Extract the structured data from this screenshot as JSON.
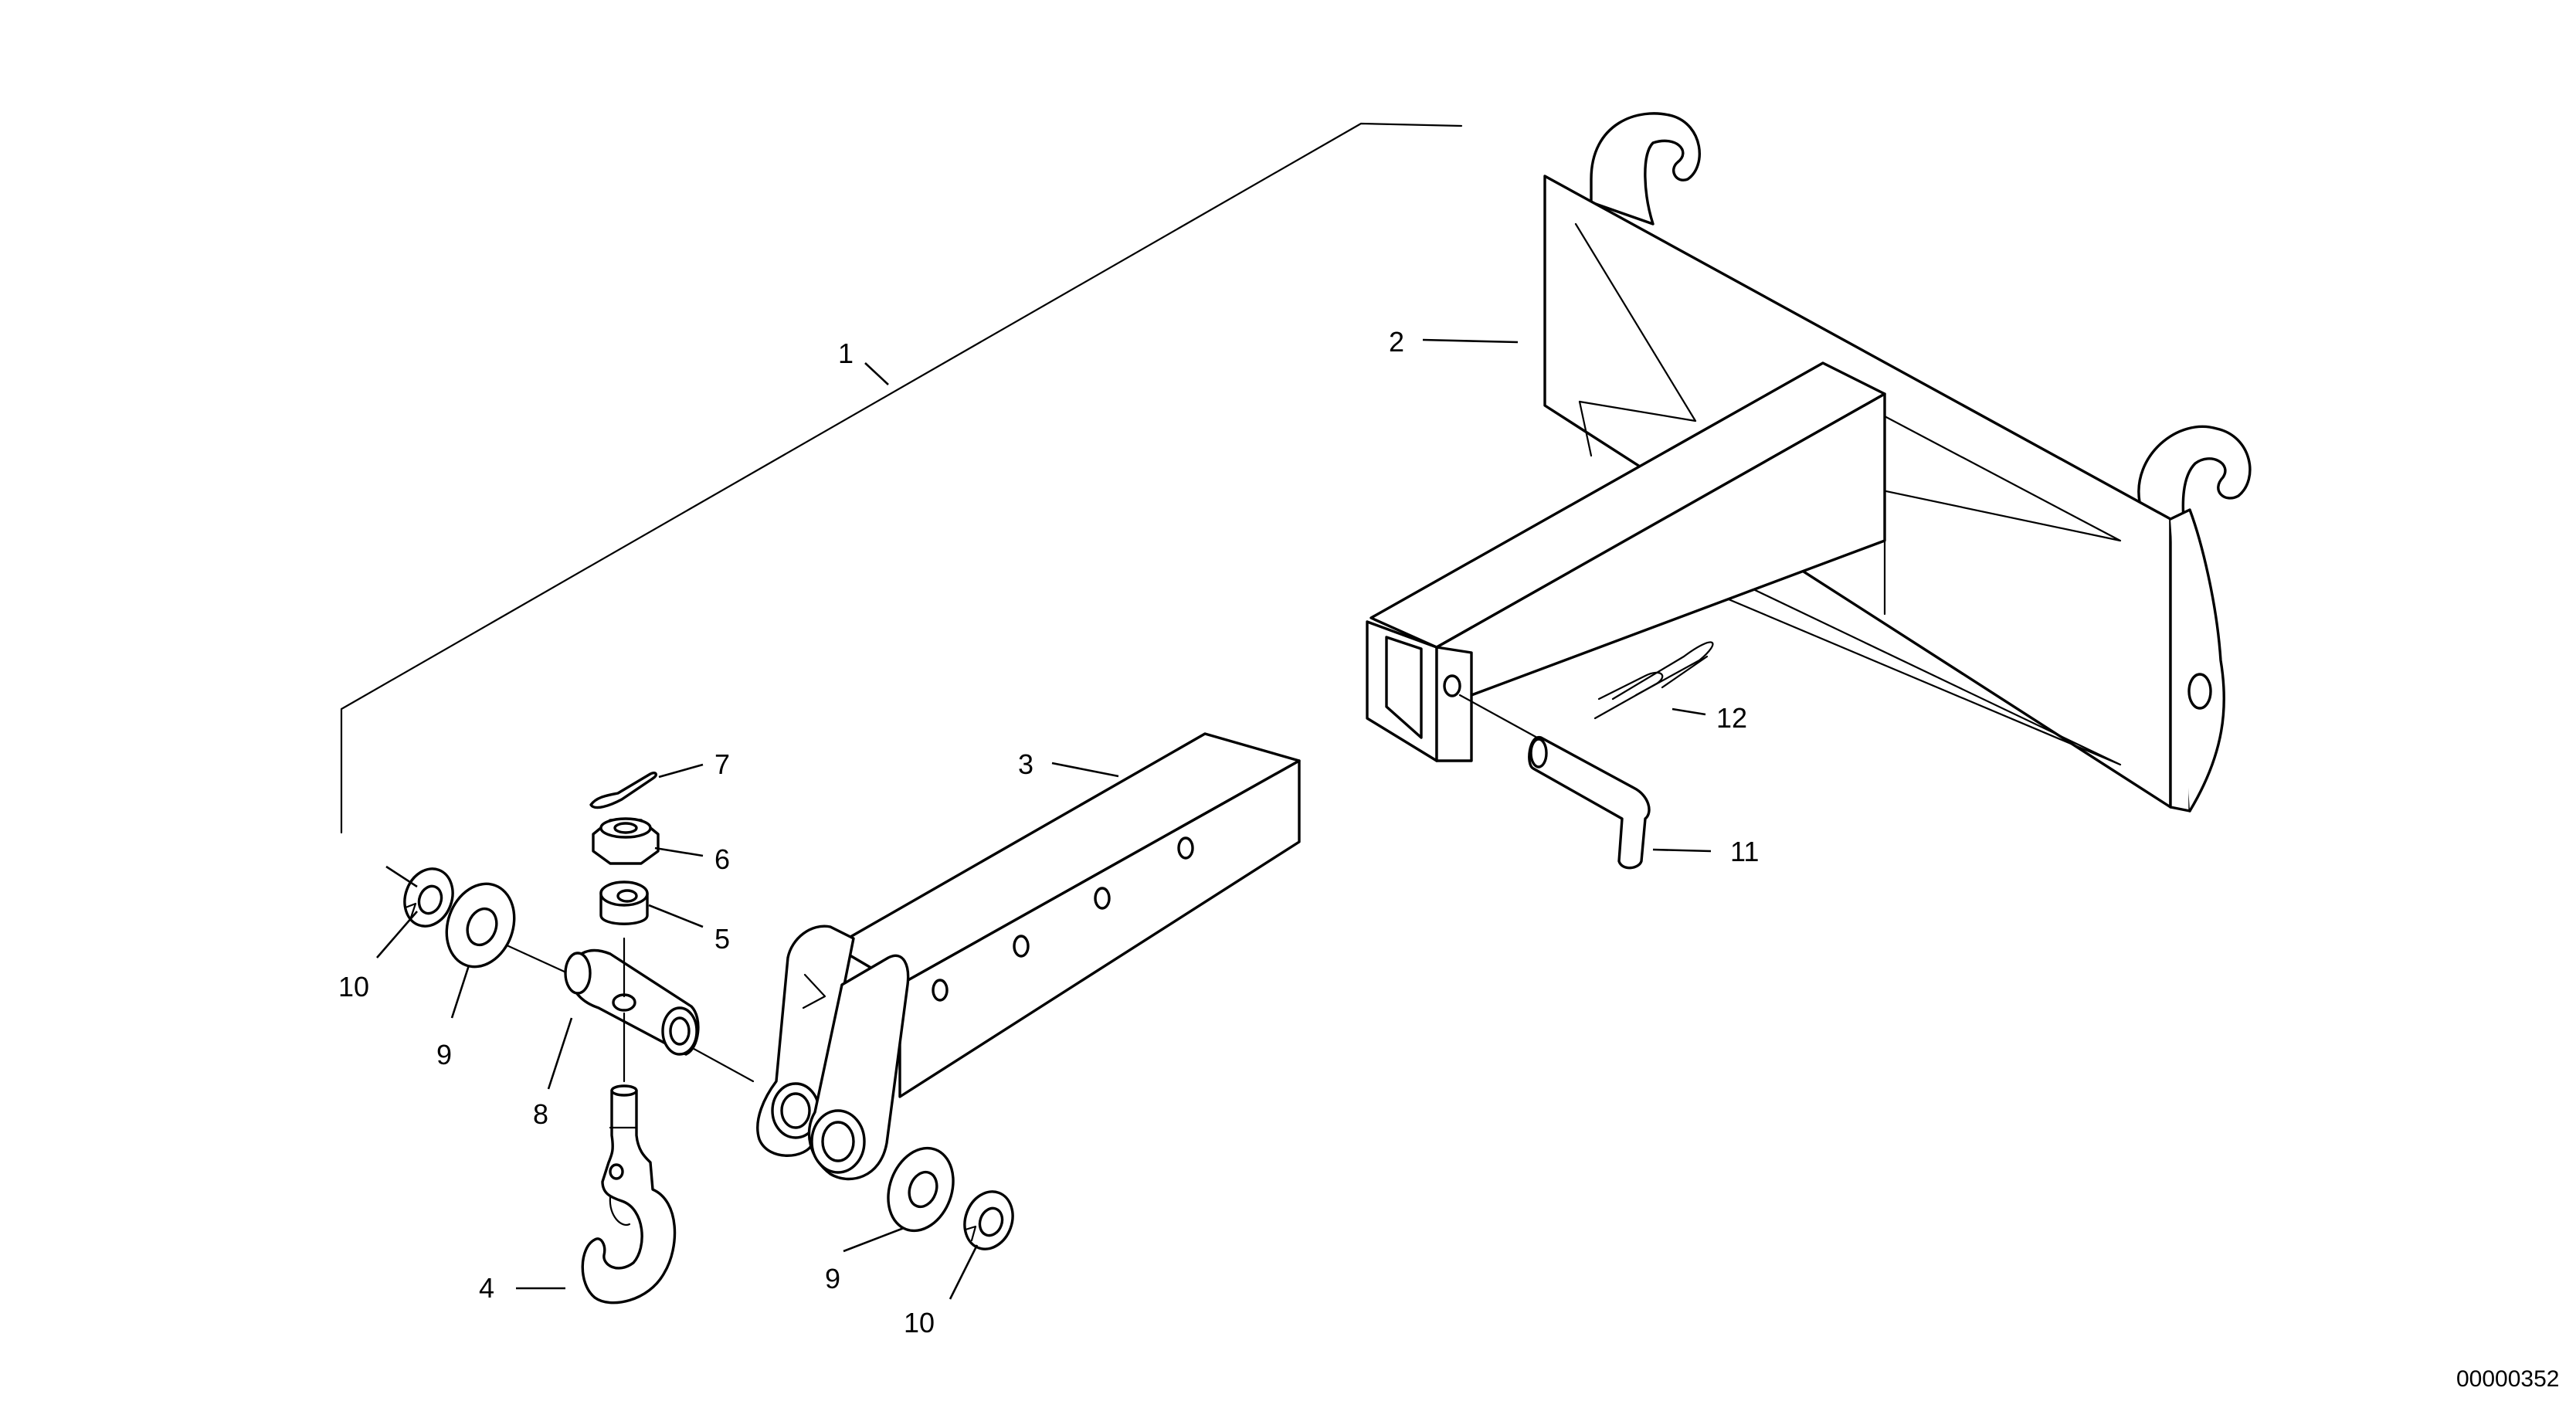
{
  "diagram": {
    "callouts": {
      "c1": "1",
      "c2": "2",
      "c3": "3",
      "c4": "4",
      "c5": "5",
      "c6": "6",
      "c7": "7",
      "c8": "8",
      "c9a": "9",
      "c9b": "9",
      "c10a": "10",
      "c10b": "10",
      "c11": "11",
      "c12": "12"
    },
    "document_number": "00000352"
  }
}
